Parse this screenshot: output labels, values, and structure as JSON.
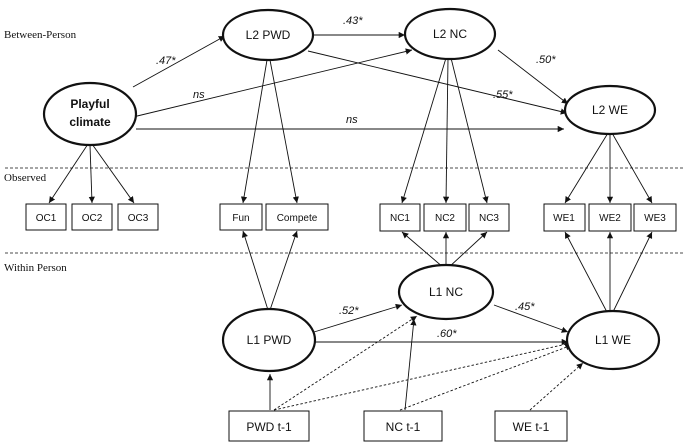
{
  "sections": {
    "between": "Between-Person",
    "observed": "Observed",
    "within": "Within Person"
  },
  "latents": {
    "playful_climate_line1": "Playful",
    "playful_climate_line2": "climate",
    "l2_pwd": "L2 PWD",
    "l2_nc": "L2 NC",
    "l2_we": "L2 WE",
    "l1_pwd": "L1 PWD",
    "l1_nc": "L1 NC",
    "l1_we": "L1 WE"
  },
  "indicators": {
    "oc1": "OC1",
    "oc2": "OC2",
    "oc3": "OC3",
    "fun": "Fun",
    "compete": "Compete",
    "nc1": "NC1",
    "nc2": "NC2",
    "nc3": "NC3",
    "we1": "WE1",
    "we2": "WE2",
    "we3": "WE3"
  },
  "lagged": {
    "pwd_t1": "PWD t-1",
    "nc_t1": "NC t-1",
    "we_t1": "WE t-1"
  },
  "coefficients": {
    "pc_to_l2pwd": ".47*",
    "l2pwd_to_l2nc": ".43*",
    "l2nc_to_l2we": ".50*",
    "l2pwd_to_l2we": ".55*",
    "pc_to_l2nc": "ns",
    "pc_to_l2we": "ns",
    "l1pwd_to_l1nc": ".52*",
    "l1pwd_to_l1we": ".60*",
    "l1nc_to_l1we": ".45*"
  }
}
